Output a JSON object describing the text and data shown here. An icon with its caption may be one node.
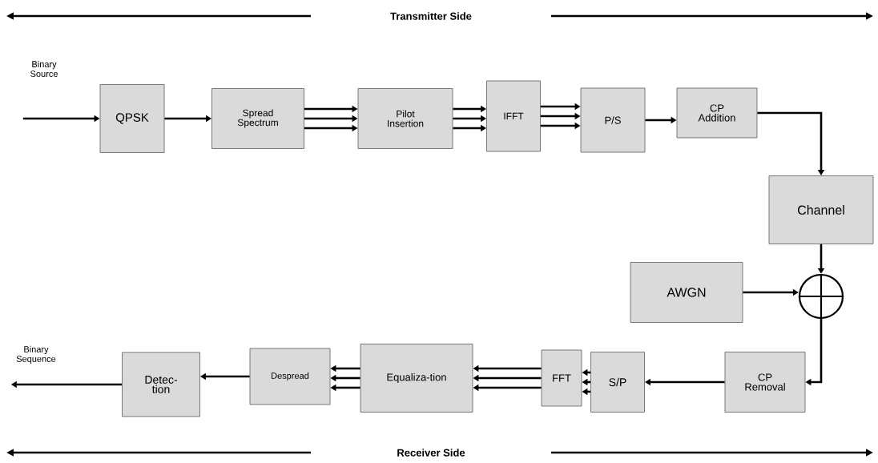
{
  "diagram": {
    "nodes": [
      {
        "text": [
          "Binary Source"
        ]
      },
      {
        "text": [
          "QPSK"
        ]
      },
      {
        "text": [
          "Spread Spectrum"
        ]
      },
      {
        "text": [
          "Pilot Insertion"
        ]
      },
      {
        "text": [
          "IFFT"
        ]
      },
      {
        "text": [
          "P/S"
        ]
      },
      {
        "text": [
          "CP Addition"
        ]
      },
      {
        "text": [
          "Channel"
        ]
      },
      {
        "text": [
          "AWGN"
        ]
      },
      {
        "text": [],
        "shape": "circle"
      },
      {
        "text": [
          "CP Removal"
        ]
      },
      {
        "text": [
          "S/P"
        ]
      },
      {
        "text": [
          "FFT"
        ]
      },
      {
        "text": [
          "Equaliza-tion"
        ]
      },
      {
        "text": [
          "Despread"
        ]
      },
      {
        "text": [
          "Detec-tion"
        ]
      },
      {
        "text": [
          "Binary Sequence"
        ]
      }
    ],
    "edges": [
      {
        "from": 0,
        "to": 1,
        "arrow": "to"
      },
      {
        "from": 1,
        "to": 2,
        "arrow": "to"
      },
      {
        "from": 2,
        "to": 3,
        "arrow": "to"
      },
      {
        "from": 2,
        "to": 3,
        "arrow": "to"
      },
      {
        "from": 2,
        "to": 3,
        "arrow": "to"
      },
      {
        "from": 3,
        "to": 4,
        "arrow": "to"
      },
      {
        "from": 3,
        "to": 4,
        "arrow": "to"
      },
      {
        "from": 3,
        "to": 4,
        "arrow": "to"
      },
      {
        "from": 4,
        "to": 5,
        "arrow": "to"
      },
      {
        "from": 4,
        "to": 5,
        "arrow": "to"
      },
      {
        "from": 4,
        "to": 5,
        "arrow": "to"
      },
      {
        "from": 5,
        "to": 6,
        "arrow": "to"
      },
      {
        "from": 6,
        "to": 7,
        "arrow": "to"
      },
      {
        "from": 7,
        "to": 9,
        "arrow": "to"
      },
      {
        "from": 8,
        "to": 9,
        "arrow": "to"
      },
      {
        "from": 9,
        "to": 10,
        "arrow": "to"
      },
      {
        "from": 10,
        "to": 11,
        "arrow": "to"
      },
      {
        "from": 11,
        "to": 12,
        "arrow": "to"
      },
      {
        "from": 11,
        "to": 12,
        "arrow": "to"
      },
      {
        "from": 11,
        "to": 12,
        "arrow": "to"
      },
      {
        "from": 12,
        "to": 13,
        "arrow": "to"
      },
      {
        "from": 12,
        "to": 13,
        "arrow": "to"
      },
      {
        "from": 12,
        "to": 13,
        "arrow": "to"
      },
      {
        "from": 13,
        "to": 14,
        "arrow": "to"
      },
      {
        "from": 13,
        "to": 14,
        "arrow": "to"
      },
      {
        "from": 13,
        "to": 14,
        "arrow": "to"
      },
      {
        "from": 14,
        "to": 15,
        "arrow": "to"
      },
      {
        "from": 15,
        "to": 16,
        "arrow": "to"
      }
    ],
    "labels": [
      "Transmitter Side",
      "Receiver Side"
    ]
  }
}
